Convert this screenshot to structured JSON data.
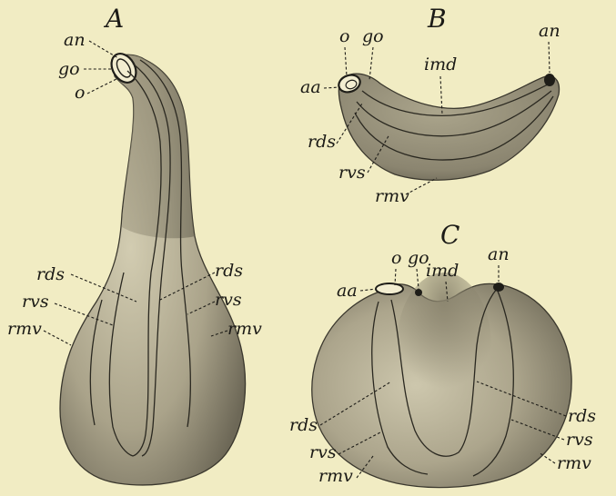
{
  "panels": {
    "A": {
      "title": "A",
      "labels": {
        "an": "an",
        "go": "go",
        "o": "o",
        "rds_l": "rds",
        "rvs_l": "rvs",
        "rmv_l": "rmv",
        "rds_r": "rds",
        "rvs_r": "rvs",
        "rmv_r": "rmv"
      }
    },
    "B": {
      "title": "B",
      "labels": {
        "o": "o",
        "go": "go",
        "an": "an",
        "aa": "aa",
        "imd": "imd",
        "rds": "rds",
        "rvs": "rvs",
        "rmv": "rmv"
      }
    },
    "C": {
      "title": "C",
      "labels": {
        "o": "o",
        "go": "go",
        "imd": "imd",
        "an": "an",
        "aa": "aa",
        "rds_l": "rds",
        "rvs_l": "rvs",
        "rmv_l": "rmv",
        "rds_r": "rds",
        "rvs_r": "rvs",
        "rmv_r": "rmv"
      }
    }
  }
}
